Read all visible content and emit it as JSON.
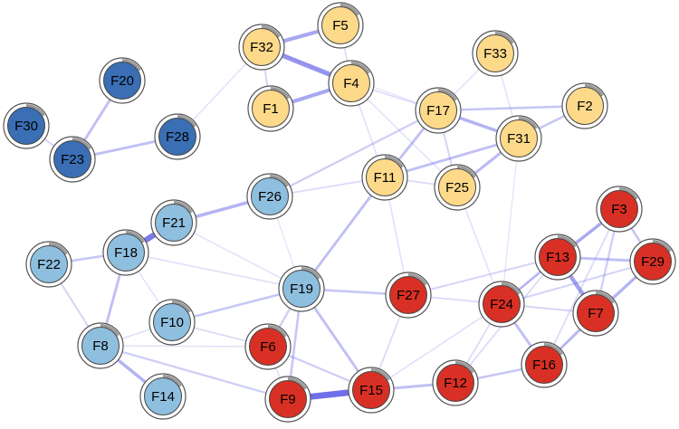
{
  "colors": {
    "edge": "#6a6ae8",
    "ring_outer": "#555555",
    "ring_fill": "#ffffff",
    "arc": "#9a9a9a",
    "groups": {
      "dark_blue": "#3a6fb5",
      "light_blue": "#8fbfdf",
      "yellow": "#fdd98a",
      "red": "#d93025"
    }
  },
  "nodes": [
    {
      "id": "F1",
      "label": "F1",
      "group": "yellow"
    },
    {
      "id": "F2",
      "label": "F2",
      "group": "yellow"
    },
    {
      "id": "F3",
      "label": "F3",
      "group": "red"
    },
    {
      "id": "F4",
      "label": "F4",
      "group": "yellow"
    },
    {
      "id": "F5",
      "label": "F5",
      "group": "yellow"
    },
    {
      "id": "F6",
      "label": "F6",
      "group": "red"
    },
    {
      "id": "F7",
      "label": "F7",
      "group": "red"
    },
    {
      "id": "F8",
      "label": "F8",
      "group": "light_blue"
    },
    {
      "id": "F9",
      "label": "F9",
      "group": "red"
    },
    {
      "id": "F10",
      "label": "F10",
      "group": "light_blue"
    },
    {
      "id": "F11",
      "label": "F11",
      "group": "yellow"
    },
    {
      "id": "F12",
      "label": "F12",
      "group": "red"
    },
    {
      "id": "F13",
      "label": "F13",
      "group": "red"
    },
    {
      "id": "F14",
      "label": "F14",
      "group": "light_blue"
    },
    {
      "id": "F15",
      "label": "F15",
      "group": "red"
    },
    {
      "id": "F16",
      "label": "F16",
      "group": "red"
    },
    {
      "id": "F17",
      "label": "F17",
      "group": "yellow"
    },
    {
      "id": "F18",
      "label": "F18",
      "group": "light_blue"
    },
    {
      "id": "F19",
      "label": "F19",
      "group": "light_blue"
    },
    {
      "id": "F20",
      "label": "F20",
      "group": "dark_blue"
    },
    {
      "id": "F21",
      "label": "F21",
      "group": "light_blue"
    },
    {
      "id": "F22",
      "label": "F22",
      "group": "light_blue"
    },
    {
      "id": "F23",
      "label": "F23",
      "group": "dark_blue"
    },
    {
      "id": "F24",
      "label": "F24",
      "group": "red"
    },
    {
      "id": "F25",
      "label": "F25",
      "group": "yellow"
    },
    {
      "id": "F26",
      "label": "F26",
      "group": "light_blue"
    },
    {
      "id": "F27",
      "label": "F27",
      "group": "red"
    },
    {
      "id": "F28",
      "label": "F28",
      "group": "dark_blue"
    },
    {
      "id": "F29",
      "label": "F29",
      "group": "red"
    },
    {
      "id": "F30",
      "label": "F30",
      "group": "dark_blue"
    },
    {
      "id": "F31",
      "label": "F31",
      "group": "yellow"
    },
    {
      "id": "F32",
      "label": "F32",
      "group": "yellow"
    },
    {
      "id": "F33",
      "label": "F33",
      "group": "yellow"
    }
  ],
  "edges": [
    {
      "source": "F32",
      "target": "F5",
      "weight": 0.55
    },
    {
      "source": "F32",
      "target": "F4",
      "weight": 0.7
    },
    {
      "source": "F4",
      "target": "F1",
      "weight": 0.55
    },
    {
      "source": "F32",
      "target": "F1",
      "weight": 0.2
    },
    {
      "source": "F4",
      "target": "F5",
      "weight": 0.15
    },
    {
      "source": "F4",
      "target": "F17",
      "weight": 0.15
    },
    {
      "source": "F32",
      "target": "F28",
      "weight": 0.1
    },
    {
      "source": "F32",
      "target": "F17",
      "weight": 0.08
    },
    {
      "source": "F4",
      "target": "F11",
      "weight": 0.12
    },
    {
      "source": "F4",
      "target": "F25",
      "weight": 0.1
    },
    {
      "source": "F33",
      "target": "F31",
      "weight": 0.1
    },
    {
      "source": "F33",
      "target": "F17",
      "weight": 0.1
    },
    {
      "source": "F17",
      "target": "F31",
      "weight": 0.45
    },
    {
      "source": "F17",
      "target": "F2",
      "weight": 0.3
    },
    {
      "source": "F31",
      "target": "F2",
      "weight": 0.3
    },
    {
      "source": "F17",
      "target": "F11",
      "weight": 0.35
    },
    {
      "source": "F17",
      "target": "F26",
      "weight": 0.25
    },
    {
      "source": "F17",
      "target": "F25",
      "weight": 0.2
    },
    {
      "source": "F11",
      "target": "F31",
      "weight": 0.35
    },
    {
      "source": "F25",
      "target": "F31",
      "weight": 0.4
    },
    {
      "source": "F11",
      "target": "F25",
      "weight": 0.15
    },
    {
      "source": "F11",
      "target": "F26",
      "weight": 0.15
    },
    {
      "source": "F11",
      "target": "F19",
      "weight": 0.35
    },
    {
      "source": "F11",
      "target": "F27",
      "weight": 0.12
    },
    {
      "source": "F25",
      "target": "F24",
      "weight": 0.1
    },
    {
      "source": "F20",
      "target": "F23",
      "weight": 0.35
    },
    {
      "source": "F23",
      "target": "F28",
      "weight": 0.35
    },
    {
      "source": "F30",
      "target": "F23",
      "weight": 0.2
    },
    {
      "source": "F26",
      "target": "F21",
      "weight": 0.45
    },
    {
      "source": "F21",
      "target": "F18",
      "weight": 0.9
    },
    {
      "source": "F18",
      "target": "F22",
      "weight": 0.3
    },
    {
      "source": "F18",
      "target": "F8",
      "weight": 0.35
    },
    {
      "source": "F22",
      "target": "F8",
      "weight": 0.2
    },
    {
      "source": "F18",
      "target": "F19",
      "weight": 0.12
    },
    {
      "source": "F21",
      "target": "F19",
      "weight": 0.1
    },
    {
      "source": "F18",
      "target": "F10",
      "weight": 0.1
    },
    {
      "source": "F19",
      "target": "F10",
      "weight": 0.3
    },
    {
      "source": "F19",
      "target": "F6",
      "weight": 0.25
    },
    {
      "source": "F19",
      "target": "F9",
      "weight": 0.3
    },
    {
      "source": "F19",
      "target": "F15",
      "weight": 0.35
    },
    {
      "source": "F19",
      "target": "F27",
      "weight": 0.3
    },
    {
      "source": "F10",
      "target": "F6",
      "weight": 0.15
    },
    {
      "source": "F10",
      "target": "F8",
      "weight": 0.12
    },
    {
      "source": "F8",
      "target": "F14",
      "weight": 0.45
    },
    {
      "source": "F8",
      "target": "F9",
      "weight": 0.25
    },
    {
      "source": "F8",
      "target": "F6",
      "weight": 0.1
    },
    {
      "source": "F6",
      "target": "F15",
      "weight": 0.25
    },
    {
      "source": "F6",
      "target": "F9",
      "weight": 0.12
    },
    {
      "source": "F9",
      "target": "F15",
      "weight": 1.0
    },
    {
      "source": "F15",
      "target": "F12",
      "weight": 0.35
    },
    {
      "source": "F15",
      "target": "F27",
      "weight": 0.15
    },
    {
      "source": "F15",
      "target": "F24",
      "weight": 0.12
    },
    {
      "source": "F27",
      "target": "F24",
      "weight": 0.15
    },
    {
      "source": "F27",
      "target": "F13",
      "weight": 0.2
    },
    {
      "source": "F24",
      "target": "F13",
      "weight": 0.3
    },
    {
      "source": "F24",
      "target": "F16",
      "weight": 0.35
    },
    {
      "source": "F24",
      "target": "F7",
      "weight": 0.2
    },
    {
      "source": "F24",
      "target": "F29",
      "weight": 0.2
    },
    {
      "source": "F24",
      "target": "F3",
      "weight": 0.15
    },
    {
      "source": "F24",
      "target": "F12",
      "weight": 0.15
    },
    {
      "source": "F12",
      "target": "F16",
      "weight": 0.3
    },
    {
      "source": "F12",
      "target": "F13",
      "weight": 0.15
    },
    {
      "source": "F16",
      "target": "F7",
      "weight": 0.3
    },
    {
      "source": "F16",
      "target": "F29",
      "weight": 0.2
    },
    {
      "source": "F13",
      "target": "F3",
      "weight": 0.45
    },
    {
      "source": "F13",
      "target": "F29",
      "weight": 0.35
    },
    {
      "source": "F13",
      "target": "F7",
      "weight": 0.6
    },
    {
      "source": "F3",
      "target": "F29",
      "weight": 0.3
    },
    {
      "source": "F3",
      "target": "F7",
      "weight": 0.25
    },
    {
      "source": "F7",
      "target": "F29",
      "weight": 0.35
    },
    {
      "source": "F3",
      "target": "F16",
      "weight": 0.15
    },
    {
      "source": "F26",
      "target": "F19",
      "weight": 0.08
    },
    {
      "source": "F31",
      "target": "F24",
      "weight": 0.08
    }
  ]
}
